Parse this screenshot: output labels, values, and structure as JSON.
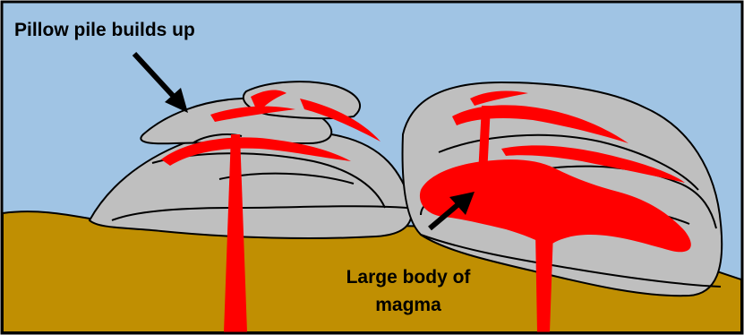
{
  "labels": {
    "pillow": "Pillow pile builds up",
    "magma_line1": "Large body of",
    "magma_line2": "magma"
  },
  "colors": {
    "sky": "#a0c4e4",
    "ground": "#c08f02",
    "pillow": "#bfbfbf",
    "outline": "#000000",
    "magma": "#ff0000"
  }
}
